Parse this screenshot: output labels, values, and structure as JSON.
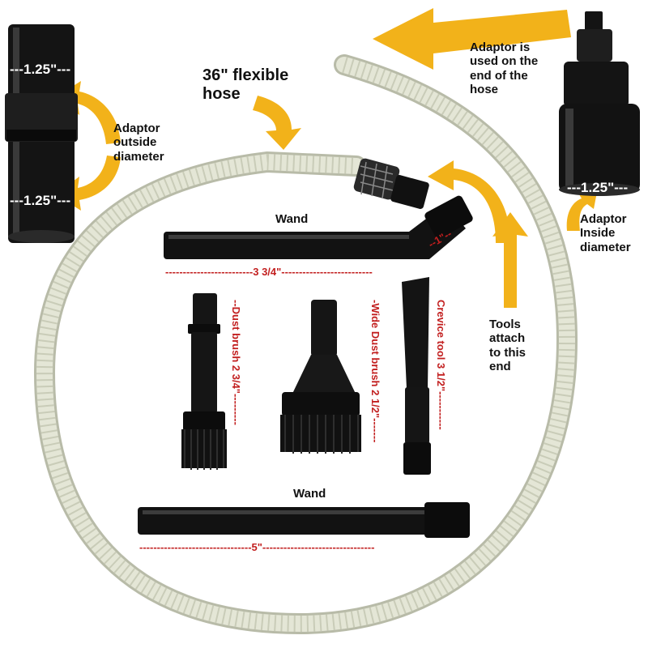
{
  "labels": {
    "hose": "36\" flexible\nhose",
    "adaptor_outside": "Adaptor\noutside\ndiameter",
    "adaptor_end": "Adaptor is\nused on the\nend of the\nhose",
    "adaptor_inside": "Adaptor\nInside\ndiameter",
    "tools_attach": "Tools\nattach\nto this\nend",
    "wand_top": "Wand",
    "wand_bottom": "Wand"
  },
  "dimensions": {
    "left_adaptor_top": "---1.25\"---",
    "left_adaptor_bottom": "---1.25\"---",
    "right_adaptor": "---1.25\"---",
    "wand_top_length": "-------------------------3 3/4\"--------------------------",
    "wand_bend": "--1\"--",
    "dust_brush": "--Dust brush 2 3/4\"---------",
    "wide_dust_brush": "-Wide Dust brush 2 1/2\"-------",
    "crevice_tool": "Crevice tool 3 1/2\"-----------",
    "wand_bottom_length": "--------------------------------5\"--------------------------------"
  },
  "colors": {
    "arrow": "#f2b21a",
    "dimension_text": "#c21f1f",
    "part": "#141414",
    "hose": "#d9dccb"
  }
}
